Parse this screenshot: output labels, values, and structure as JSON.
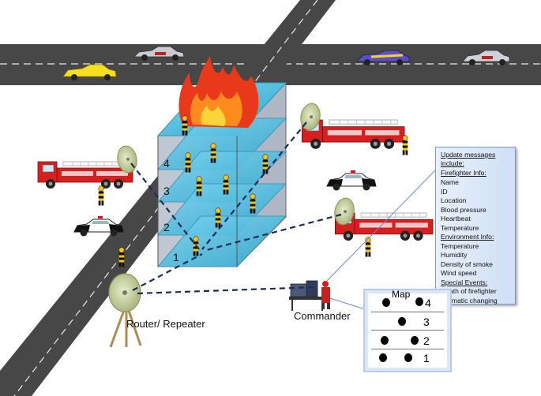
{
  "floors": [
    "1",
    "2",
    "3",
    "4"
  ],
  "router_label": "Router/ Repeater",
  "commander_label": "Commander",
  "info_box": {
    "lines": [
      {
        "text": "Update messages",
        "underline": true
      },
      {
        "text": "include:",
        "underline": true
      },
      {
        "text": "Firefighter Info:",
        "underline": true
      },
      {
        "text": "Name",
        "underline": false
      },
      {
        "text": "ID",
        "underline": false
      },
      {
        "text": "Location",
        "underline": false
      },
      {
        "text": "Blood pressure",
        "underline": false
      },
      {
        "text": "Heartbeat",
        "underline": false
      },
      {
        "text": "Temperature",
        "underline": false
      },
      {
        "text": "Environment Info:",
        "underline": true
      },
      {
        "text": "Temperature",
        "underline": false
      },
      {
        "text": "Humidity",
        "underline": false
      },
      {
        "text": "Density of smoke",
        "underline": false
      },
      {
        "text": "Wind speed",
        "underline": false
      },
      {
        "text": "Special Events:",
        "underline": true
      },
      {
        "text": "Death of firefighter",
        "underline": false
      },
      {
        "text": "Dramatic changing",
        "underline": false
      }
    ]
  },
  "map": {
    "title": "Map",
    "floors": [
      "4",
      "3",
      "2",
      "1"
    ]
  },
  "colors": {
    "road": "#474747",
    "building_glass": "#5ec6e6",
    "building_wall": "#bfc7d2",
    "fire_outer": "#e8391b",
    "fire_inner": "#ffd43b",
    "truck_red": "#d62020",
    "link_line": "#1b2b57",
    "info_box_border": "#7d9ad0"
  }
}
